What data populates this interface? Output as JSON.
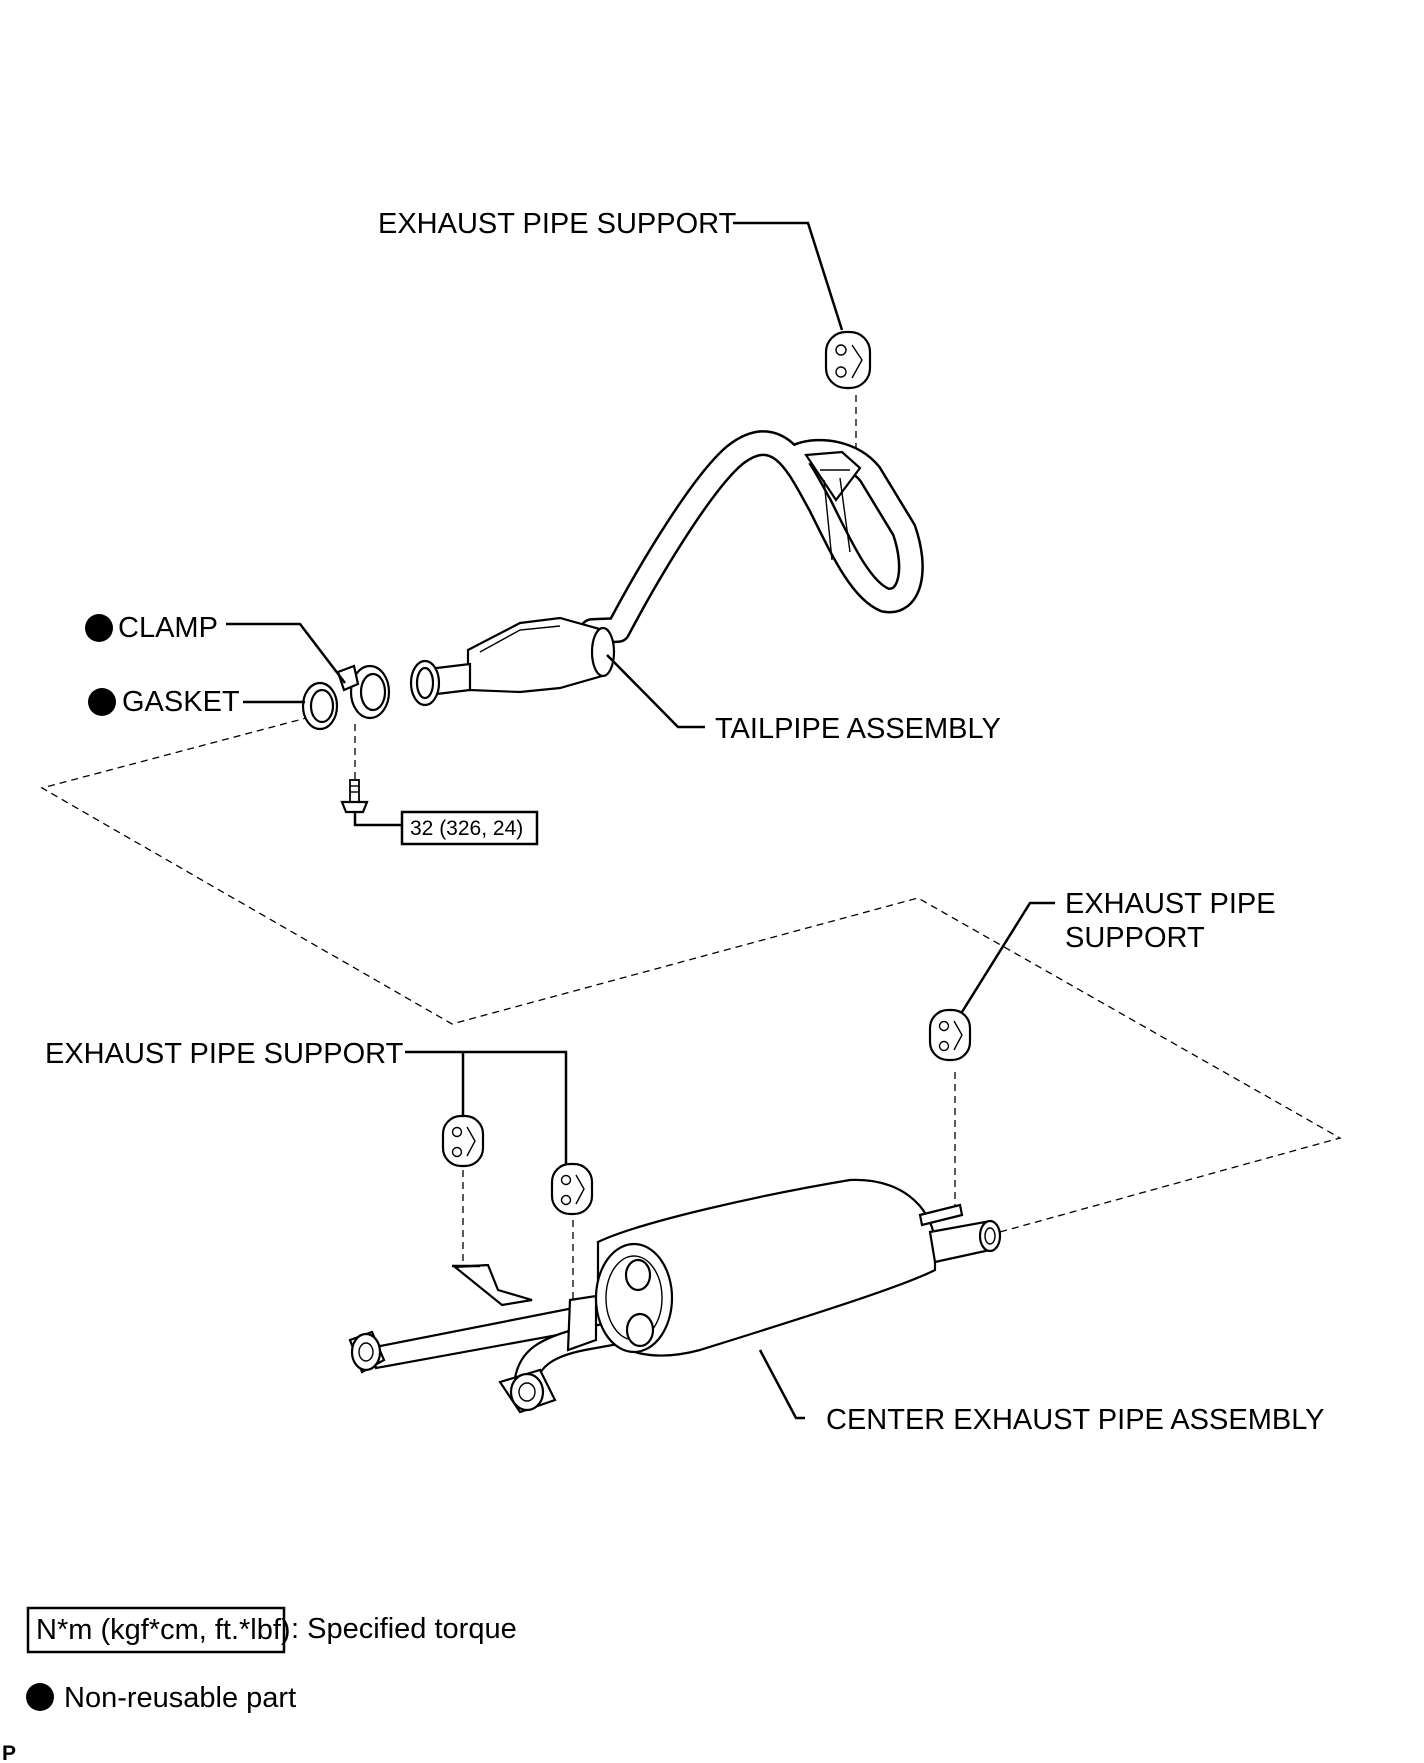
{
  "labels": {
    "support_top": "EXHAUST PIPE SUPPORT",
    "support_right_line1": "EXHAUST PIPE",
    "support_right_line2": "SUPPORT",
    "support_left": "EXHAUST PIPE SUPPORT",
    "clamp": "CLAMP",
    "gasket": "GASKET",
    "tailpipe": "TAILPIPE ASSEMBLY",
    "center_pipe": "CENTER EXHAUST PIPE ASSEMBLY",
    "torque_value": "32 (326, 24)"
  },
  "legend": {
    "torque_units": "N*m (kgf*cm, ft.*lbf)",
    "torque_desc": ": Specified torque",
    "nonreusable_desc": "Non-reusable part"
  },
  "corner_mark": "P",
  "icons": {
    "nonreusable": "filled-circle",
    "support": "rubber-hanger",
    "bolt": "flange-bolt"
  }
}
